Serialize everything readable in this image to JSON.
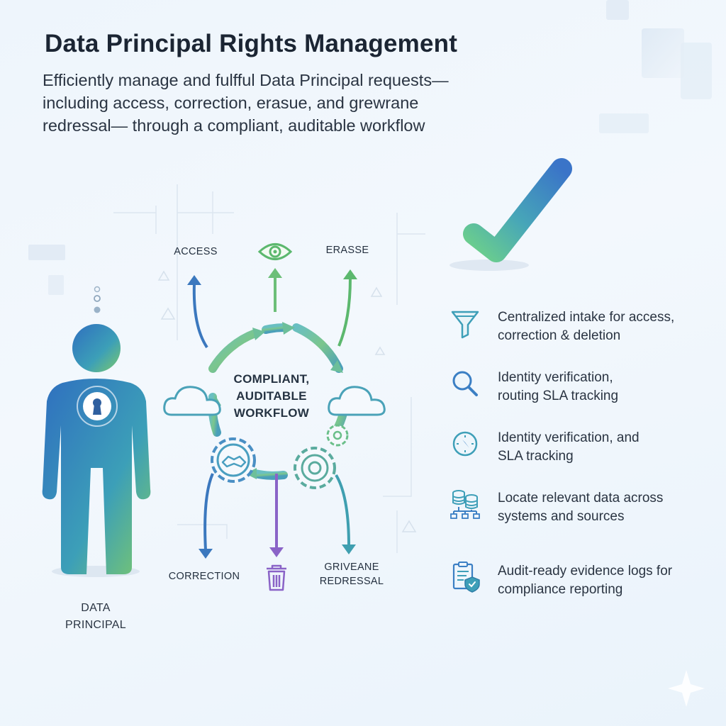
{
  "header": {
    "title": "Data Principal Rights Management",
    "subtitle_lines": [
      "Efficiently manage and fulfful Data Principal requests—",
      "including access, correction, erasue, and grewrane",
      "redressal— through a compliant, auditable workflow"
    ]
  },
  "diagram": {
    "center_lines": [
      "COMPLIANT,",
      "AUDITABLE",
      "WORKFLOW"
    ],
    "labels": {
      "access": "ACCESS",
      "erase": "ERASSE",
      "correction": "CORRECTION",
      "grievance_lines": [
        "GRIVEANE",
        "REDRESSAL"
      ]
    },
    "principal_lines": [
      "DATA",
      "PRINCIPAL"
    ]
  },
  "features": [
    {
      "icon": "funnel-icon",
      "lines": [
        "Centralized intake for access,",
        "correction & deletion"
      ]
    },
    {
      "icon": "magnifier-icon",
      "lines": [
        "Identity verification,",
        "routing SLA tracking"
      ]
    },
    {
      "icon": "compass-icon",
      "lines": [
        "Identity verification, and",
        "SLA tracking"
      ]
    },
    {
      "icon": "database-icon",
      "lines": [
        "Locate relevant data across",
        "systems and sources"
      ]
    },
    {
      "icon": "clipboard-shield-icon",
      "lines": [
        "Audit-ready evidence logs for",
        "compliance reporting"
      ]
    }
  ],
  "colors": {
    "blue": "#3b7fc4",
    "teal": "#4aa8b8",
    "green": "#6cc16e",
    "purple": "#8a63c7",
    "text": "#1f2a38"
  }
}
